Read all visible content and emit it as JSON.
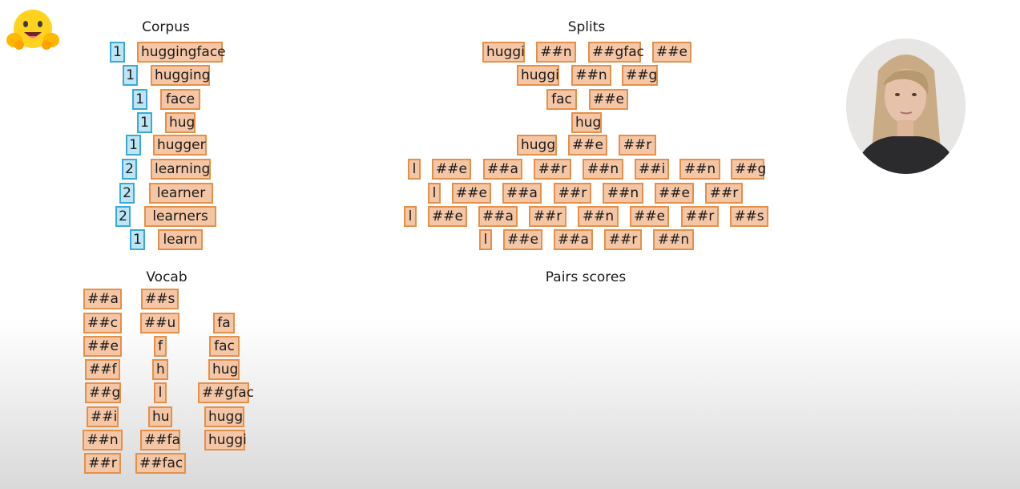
{
  "titles": {
    "corpus": "Corpus",
    "splits": "Splits",
    "vocab": "Vocab",
    "pairs": "Pairs scores"
  },
  "corpus": [
    {
      "count": "1",
      "word": "huggingface"
    },
    {
      "count": "1",
      "word": "hugging"
    },
    {
      "count": "1",
      "word": "face"
    },
    {
      "count": "1",
      "word": "hug"
    },
    {
      "count": "1",
      "word": "hugger"
    },
    {
      "count": "2",
      "word": "learning"
    },
    {
      "count": "2",
      "word": "learner"
    },
    {
      "count": "2",
      "word": "learners"
    },
    {
      "count": "1",
      "word": "learn"
    }
  ],
  "splits": [
    [
      "huggi",
      "##n",
      "##gfac",
      "##e"
    ],
    [
      "huggi",
      "##n",
      "##g"
    ],
    [
      "fac",
      "##e"
    ],
    [
      "hug"
    ],
    [
      "hugg",
      "##e",
      "##r"
    ],
    [
      "l",
      "##e",
      "##a",
      "##r",
      "##n",
      "##i",
      "##n",
      "##g"
    ],
    [
      "l",
      "##e",
      "##a",
      "##r",
      "##n",
      "##e",
      "##r"
    ],
    [
      "l",
      "##e",
      "##a",
      "##r",
      "##n",
      "##e",
      "##r",
      "##s"
    ],
    [
      "l",
      "##e",
      "##a",
      "##r",
      "##n"
    ]
  ],
  "vocab": [
    [
      "##a",
      "##c",
      "##e",
      "##f",
      "##g",
      "##i",
      "##n",
      "##r"
    ],
    [
      "##s",
      "##u",
      "f",
      "h",
      "l",
      "hu",
      "##fa",
      "##fac"
    ],
    [
      "fa",
      "fac",
      "hug",
      "##gfac",
      "hugg",
      "huggi"
    ]
  ],
  "colors": {
    "token_fill": "#f5c6a6",
    "token_border": "#e3904a",
    "count_fill": "#bde5f4",
    "count_border": "#3aa9d8"
  },
  "icons": {
    "logo": "hugging-face-emoji-icon",
    "presenter": "presenter-video-avatar"
  }
}
